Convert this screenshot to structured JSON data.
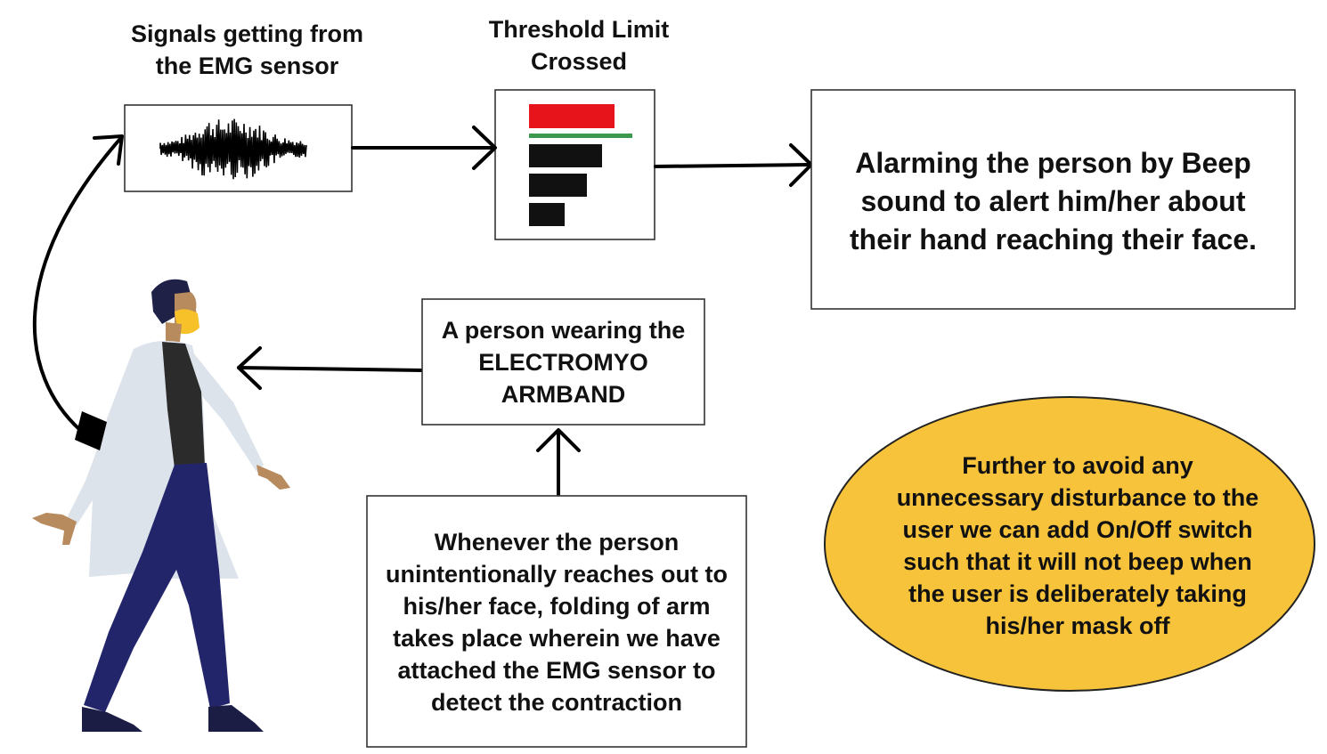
{
  "sensor": {
    "caption": "Signals getting from\nthe EMG sensor"
  },
  "threshold": {
    "caption": "Threshold Limit\nCrossed",
    "colors": {
      "exceeded": "#e8141b",
      "limit_line": "#3c9a4e",
      "normal": "#111111"
    }
  },
  "alarm": {
    "text": "Alarming the person by Beep\nsound to alert him/her about\ntheir hand reaching their face."
  },
  "armband": {
    "text": "A person wearing the\nELECTROMYO\nARMBAND"
  },
  "trigger": {
    "text": "Whenever the person\nunintentionally reaches out to\nhis/her face, folding of arm\ntakes place wherein we have\nattached the EMG sensor to\ndetect the contraction"
  },
  "note": {
    "text": "Further to avoid any\nunnecessary disturbance to the\nuser we can add On/Off switch\nsuch that it will not beep when\nthe user is deliberately taking\nhis/her mask off",
    "fill": "#f6c33b"
  },
  "person": {
    "colors": {
      "coat": "#dde3ea",
      "shirt": "#2b2b2b",
      "pants": "#23256b",
      "skin": "#b88b5e",
      "hair": "#1f2147",
      "mask": "#f7c12a",
      "armband": "#000000",
      "shoes": "#1c1d45"
    }
  }
}
